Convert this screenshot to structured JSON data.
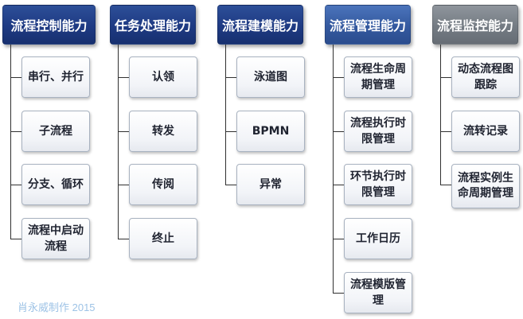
{
  "columns": [
    {
      "title": "流程控制能力",
      "style": "dark",
      "items": [
        "串行、并行",
        "子流程",
        "分支、循环",
        "流程中启动流程"
      ]
    },
    {
      "title": "任务处理能力",
      "style": "dark",
      "items": [
        "认领",
        "转发",
        "传阅",
        "终止"
      ]
    },
    {
      "title": "流程建模能力",
      "style": "dark",
      "items": [
        "泳道图",
        "BPMN",
        "异常"
      ]
    },
    {
      "title": "流程管理能力",
      "style": "mid",
      "items": [
        "流程生命周期管理",
        "流程执行时限管理",
        "环节执行时限管理",
        "工作日历",
        "流程模版管理"
      ]
    },
    {
      "title": "流程监控能力",
      "style": "gray",
      "items": [
        "动态流程图跟踪",
        "流转记录",
        "流程实例生命周期管理"
      ]
    }
  ],
  "watermark": "肖永威制作 2015",
  "colors": {
    "header_dark": "#1e3a83",
    "header_mid": "#34599f",
    "header_gray": "#747b83",
    "watermark": "#9ec3e6"
  }
}
